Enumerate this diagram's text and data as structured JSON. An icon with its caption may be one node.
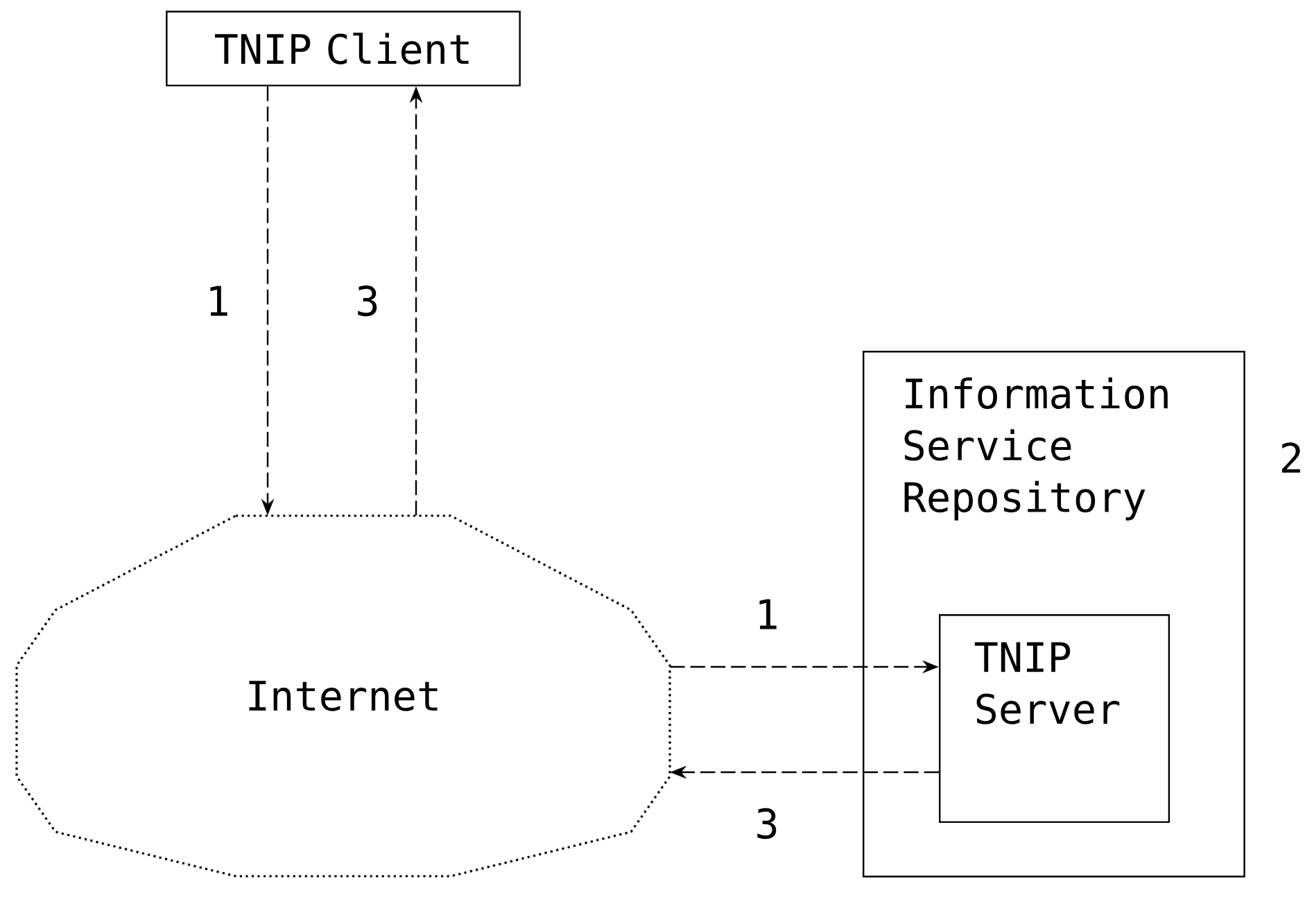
{
  "diagram": {
    "nodes": [
      {
        "text": [
          "TNIP Client"
        ]
      },
      {
        "text": [
          "Internet"
        ]
      },
      {
        "text": [
          "Information Service Repository"
        ],
        "beside": [
          "2"
        ]
      },
      {
        "text": [
          "TNIP Server"
        ],
        "in": 2
      }
    ],
    "edges": [
      {
        "from": 0,
        "to": 1,
        "arrow": "to",
        "label": "1",
        "style": "dashed"
      },
      {
        "from": 1,
        "to": 0,
        "arrow": "to",
        "label": "3",
        "style": "dashed"
      },
      {
        "from": 1,
        "to": 3,
        "arrow": "to",
        "label": "1",
        "style": "dashed"
      },
      {
        "from": 3,
        "to": 1,
        "arrow": "to",
        "label": "3",
        "style": "dashed"
      }
    ]
  }
}
